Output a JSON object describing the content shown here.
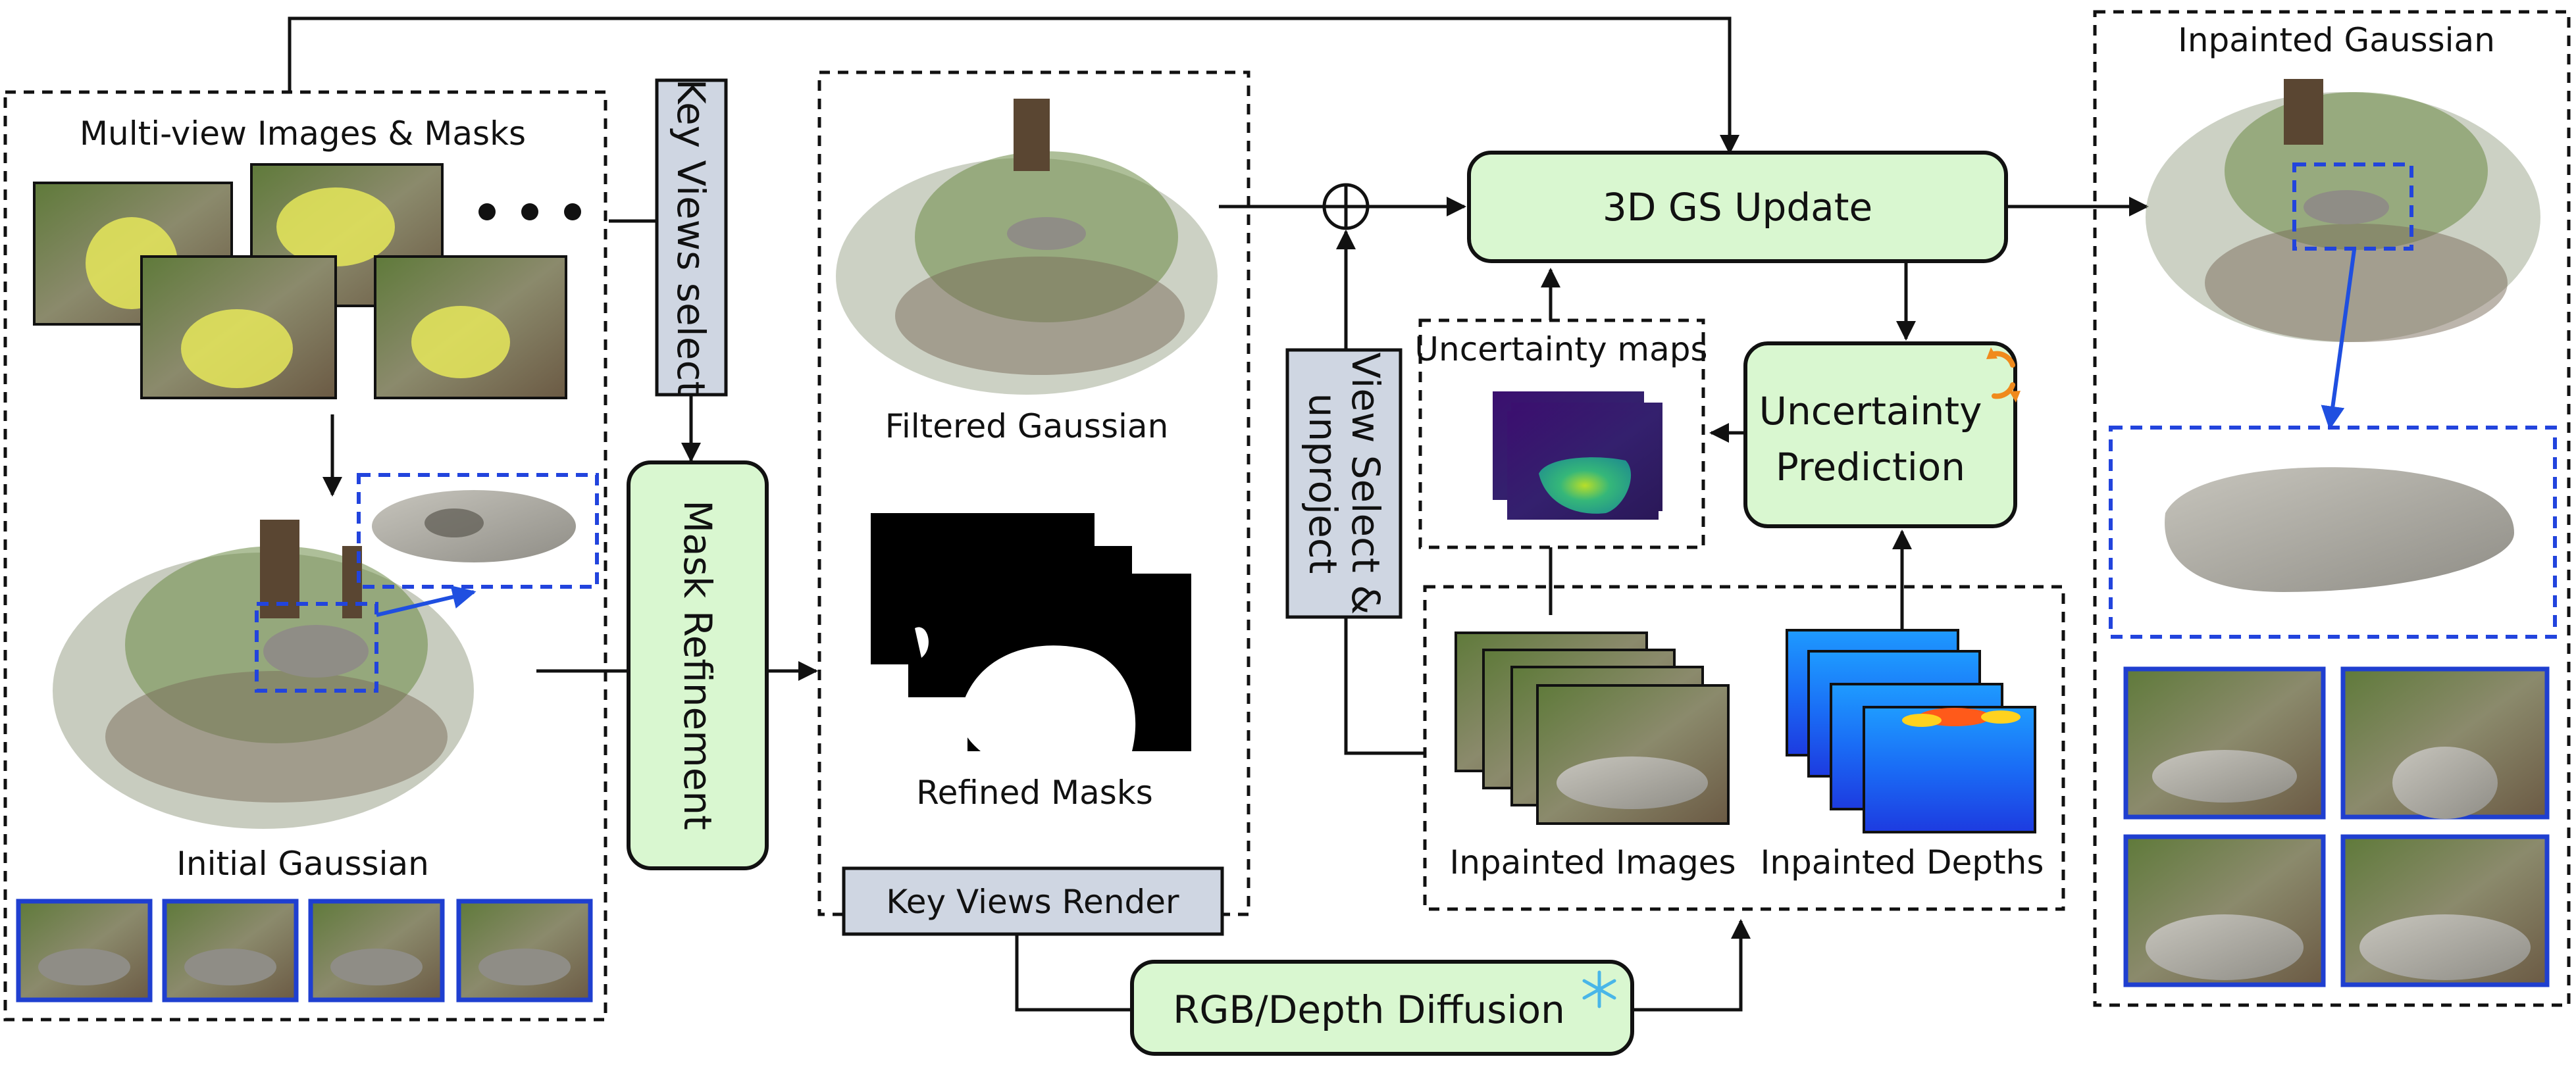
{
  "labels": {
    "multiview": "Multi-view Images & Masks",
    "initial_gaussian": "Initial Gaussian",
    "key_views_select": "Key Views select",
    "mask_refinement": "Mask Refinement",
    "filtered_gaussian": "Filtered Gaussian",
    "refined_masks": "Refined Masks",
    "key_views_render": "Key Views Render",
    "view_select": "View Select &",
    "unproject": "unproject",
    "gs_update": "3D GS Update",
    "uncertainty_maps": "Uncertainty maps",
    "uncertainty_prediction_1": "Uncertainty",
    "uncertainty_prediction_2": "Prediction",
    "inpainted_images": "Inpainted Images",
    "inpainted_depths": "Inpainted Depths",
    "rgb_depth_diffusion": "RGB/Depth  Diffusion",
    "inpainted_gaussian": "Inpainted Gaussian"
  },
  "icons": {
    "frozen": "snowflake-icon",
    "trainable": "refresh-icon",
    "sum": "circle-plus-icon",
    "ellipsis": "more-dots-icon"
  },
  "colors": {
    "green_box": "#d9f7d0",
    "gray_box": "#cfd6e2",
    "frame_blue": "#1f3fd0",
    "dashed_blue": "#2244dd",
    "snowflake": "#49b6e8",
    "refresh": "#f08a1c"
  }
}
